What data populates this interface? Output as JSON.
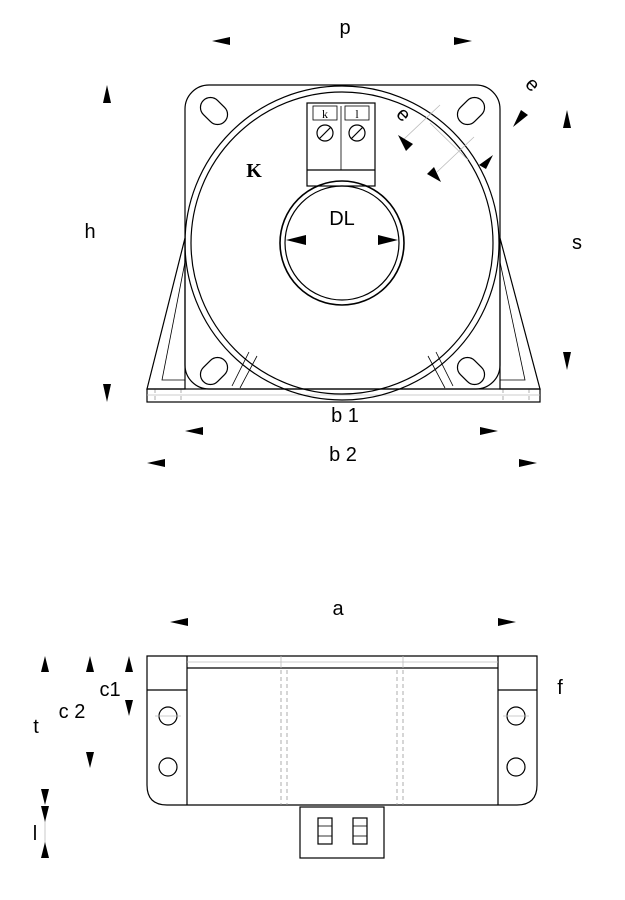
{
  "front_view": {
    "dim_p": "p",
    "dim_e_outer": "e",
    "dim_e_inner": "e",
    "dim_h": "h",
    "dim_s": "s",
    "label_k_body": "K",
    "dim_dl": "DL",
    "terminal_k": "k",
    "terminal_l": "l",
    "dim_b1": "b 1",
    "dim_b2": "b 2"
  },
  "side_view": {
    "dim_a": "a",
    "dim_c1": "c1",
    "dim_c2": "c 2",
    "dim_t": "t",
    "dim_f": "f",
    "dim_l": "l"
  }
}
